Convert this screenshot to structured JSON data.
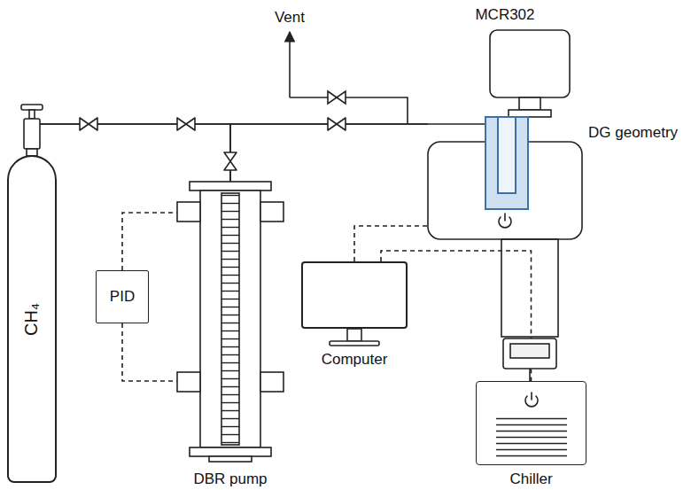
{
  "diagram": {
    "nodes": [
      {
        "text": [
          "CH₄"
        ]
      },
      {
        "text": [
          "PID"
        ]
      },
      {
        "text": [
          "DBR pump"
        ]
      },
      {
        "text": [
          "Computer"
        ]
      },
      {
        "text": [
          "MCR302"
        ]
      },
      {
        "text": [
          "Chiller"
        ]
      }
    ],
    "edges": [
      {
        "from": 0,
        "to": 4,
        "arrow": "none"
      },
      {
        "from": 0,
        "to": 2,
        "arrow": "none"
      },
      {
        "from": 2,
        "to": 4,
        "arrow": "none"
      },
      {
        "from": 1,
        "to": 2,
        "arrow": "none"
      },
      {
        "from": 1,
        "to": 2,
        "arrow": "none"
      },
      {
        "from": 3,
        "to": 4,
        "arrow": "none"
      },
      {
        "from": 3,
        "to": 5,
        "arrow": "none"
      }
    ],
    "labels": [
      "Vent",
      "DG geometry"
    ]
  }
}
